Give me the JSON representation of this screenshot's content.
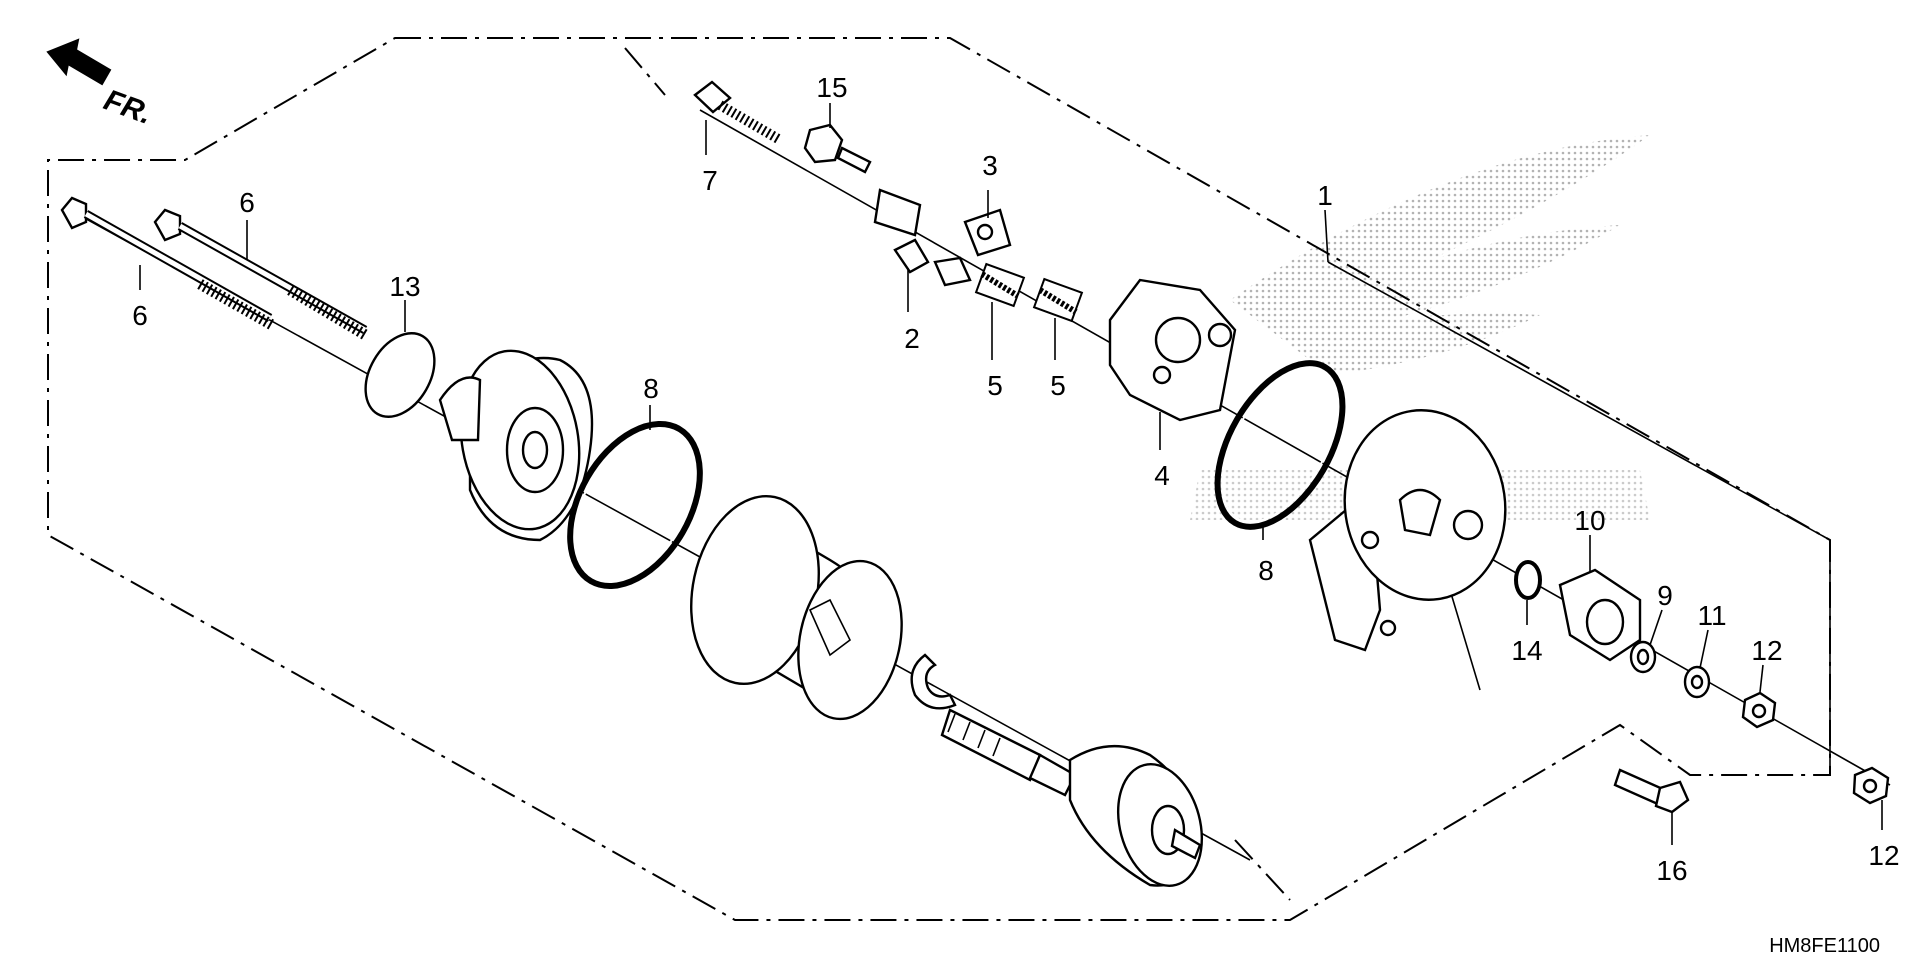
{
  "direction_marker": {
    "text": "FR."
  },
  "diagram_code": "HM8FE1100",
  "callouts": [
    {
      "id": "1",
      "text": "1"
    },
    {
      "id": "2",
      "text": "2"
    },
    {
      "id": "3",
      "text": "3"
    },
    {
      "id": "4",
      "text": "4"
    },
    {
      "id": "5a",
      "text": "5"
    },
    {
      "id": "5b",
      "text": "5"
    },
    {
      "id": "6a",
      "text": "6"
    },
    {
      "id": "6b",
      "text": "6"
    },
    {
      "id": "7",
      "text": "7"
    },
    {
      "id": "8a",
      "text": "8"
    },
    {
      "id": "8b",
      "text": "8"
    },
    {
      "id": "9",
      "text": "9"
    },
    {
      "id": "10",
      "text": "10"
    },
    {
      "id": "11",
      "text": "11"
    },
    {
      "id": "12a",
      "text": "12"
    },
    {
      "id": "12b",
      "text": "12"
    },
    {
      "id": "13",
      "text": "13"
    },
    {
      "id": "14",
      "text": "14"
    },
    {
      "id": "15",
      "text": "15"
    },
    {
      "id": "16",
      "text": "16"
    }
  ],
  "colors": {
    "ink": "#000000",
    "watermark": "#bdbdbd",
    "paper": "#ffffff"
  }
}
